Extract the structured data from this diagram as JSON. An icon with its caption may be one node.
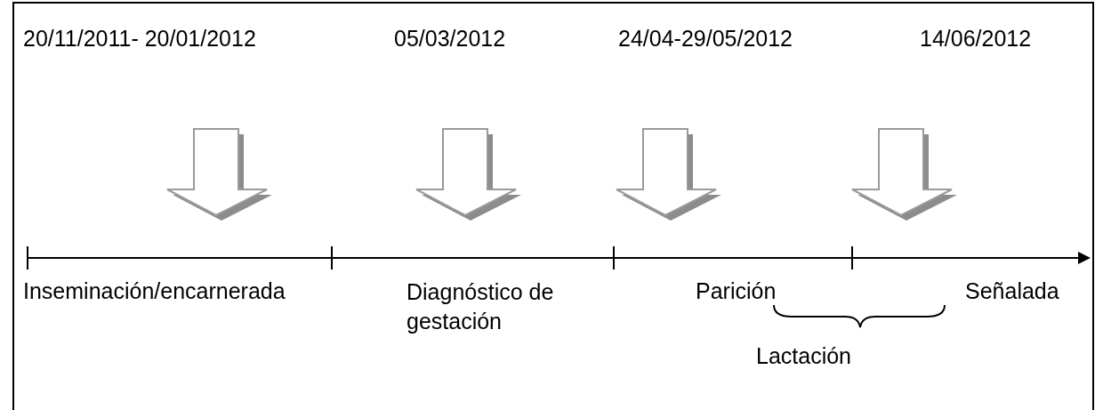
{
  "diagram": {
    "labels": [
      "20/11/2011- 20/01/2012",
      "05/03/2012",
      "24/04-29/05/2012",
      "14/06/2012",
      "Inseminación/encarnerada",
      "Diagnóstico de gestación",
      "Parición",
      "Señalada",
      "Lactación"
    ]
  }
}
